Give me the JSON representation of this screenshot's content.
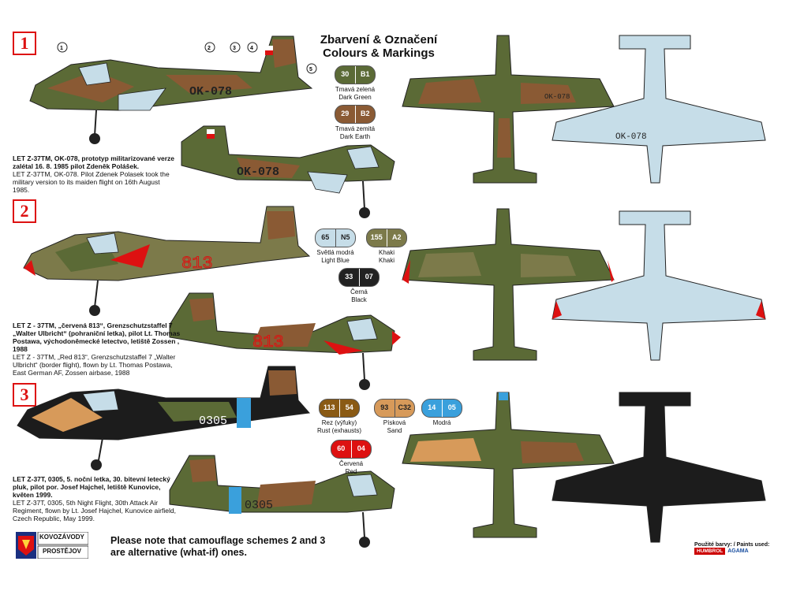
{
  "title": {
    "line1": "Zbarvení & Označení",
    "line2": "Colours & Markings"
  },
  "scheme_numbers": [
    "1",
    "2",
    "3"
  ],
  "registrations": {
    "s1": "OK-078",
    "s1_under": "OK-078",
    "s2": "813",
    "s3": "0305"
  },
  "captions": {
    "s1": {
      "cz": "LET Z-37TM, OK-078, prototyp militarizované verze zalétal 16. 8. 1985 pilot Zdeněk Polášek.",
      "en": "LET Z-37TM, OK-078. Pilot Zdenek Polasek took the military version to its maiden flight on 16th August 1985."
    },
    "s2": {
      "cz": "LET Z - 37TM, „červená 813“, Grenzschutzstaffel 7 „Walter Ulbricht“ (pohraniční letka), pilot Lt. Thomas Postawa, východoněmecké letectvo, letiště Zossen , 1988",
      "en": "LET Z - 37TM, „Red 813“, Grenzschutzstaffel 7 „Walter Ulbricht“ (border flight), flown by Lt. Thomas Postawa, East German AF, Zossen airbase, 1988"
    },
    "s3": {
      "cz": "LET Z-37T, 0305, 5. noční letka, 30. bitevní letecký pluk, pilot por. Josef Hajchel, letiště Kunovice, květen 1999.",
      "en": "LET Z-37T, 0305, 5th Night Flight, 30th Attack Air Regiment, flown by Lt. Josef Hajchel, Kunovice airfield, Czech Republic, May 1999."
    }
  },
  "paints": [
    {
      "h": "30",
      "r": "B1",
      "cz": "Tmavá zelená",
      "en": "Dark Green",
      "color": "#5b6a36"
    },
    {
      "h": "29",
      "r": "B2",
      "cz": "Tmavá zemitá",
      "en": "Dark Earth",
      "color": "#8a5a34"
    },
    {
      "h": "65",
      "r": "N5",
      "cz": "Světlá modrá",
      "en": "Light Blue",
      "color": "#c6dde8"
    },
    {
      "h": "155",
      "r": "A2",
      "cz": "Khaki",
      "en": "Khaki",
      "color": "#7c7a4a"
    },
    {
      "h": "33",
      "r": "07",
      "cz": "Černá",
      "en": "Black",
      "color": "#222222"
    },
    {
      "h": "113",
      "r": "54",
      "cz": "Rez (výfuky)",
      "en": "Rust (exhausts)",
      "color": "#8a5a14"
    },
    {
      "h": "93",
      "r": "C32",
      "cz": "Písková",
      "en": "Sand",
      "color": "#d79a5a"
    },
    {
      "h": "14",
      "r": "05",
      "cz": "Modrá",
      "en": "Modrá",
      "color": "#3aa0dc"
    },
    {
      "h": "60",
      "r": "04",
      "cz": "Červená",
      "en": "Red",
      "color": "#dd1111"
    }
  ],
  "note": {
    "line1": "Please note that camouflage schemes 2 and 3",
    "line2": "are alternative (what-if) ones."
  },
  "logo": {
    "line1": "KOVOZÁVODY",
    "line2": "PROSTĚJOV"
  },
  "brand": {
    "label": "Použité barvy: / Paints used:",
    "humbrol": "HUMBROL",
    "agama": "AGAMA"
  },
  "colors": {
    "green": "#5b6a36",
    "earth": "#8a5a34",
    "lightblue": "#c6dde8",
    "khaki": "#7c7a4a",
    "black": "#1c1c1c",
    "sand": "#d79a5a",
    "blue": "#3aa0dc",
    "red": "#dd1111"
  }
}
